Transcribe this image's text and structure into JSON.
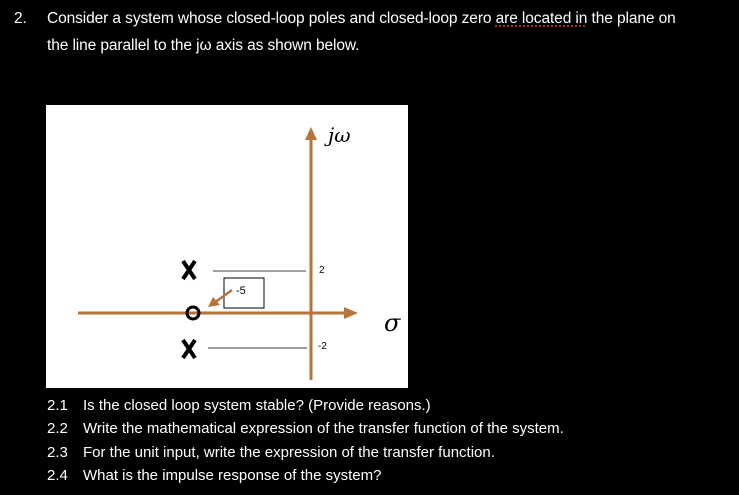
{
  "problem": {
    "number": "2.",
    "line1_before": "Consider a system whose closed-loop poles and closed-loop zero ",
    "line1_flagged": "are located in",
    "line1_after": " the plane on",
    "line2": "the line parallel to the jω axis as shown below."
  },
  "figure": {
    "vertical_axis_label": "jω",
    "horizontal_axis_label": "σ",
    "tick_upper": "2",
    "tick_lower": "-2",
    "zero_callout": "-5",
    "axis_color": "#b8733a",
    "guide_color": "#808080",
    "marker_color": "#000000",
    "poles": [
      {
        "symbol": "X",
        "real": -5,
        "imag": 2
      },
      {
        "symbol": "X",
        "real": -5,
        "imag": -2
      }
    ],
    "zeros": [
      {
        "symbol": "O",
        "real": -5,
        "imag": 0
      }
    ]
  },
  "questions": [
    {
      "number": "2.1",
      "text": "Is the closed loop system stable? (Provide reasons.)"
    },
    {
      "number": "2.2",
      "text": "Write the mathematical expression of the transfer function of the system."
    },
    {
      "number": "2.3",
      "text": "For the unit input, write the expression of the transfer function."
    },
    {
      "number": "2.4",
      "text": "What is the impulse response of the system?"
    }
  ]
}
